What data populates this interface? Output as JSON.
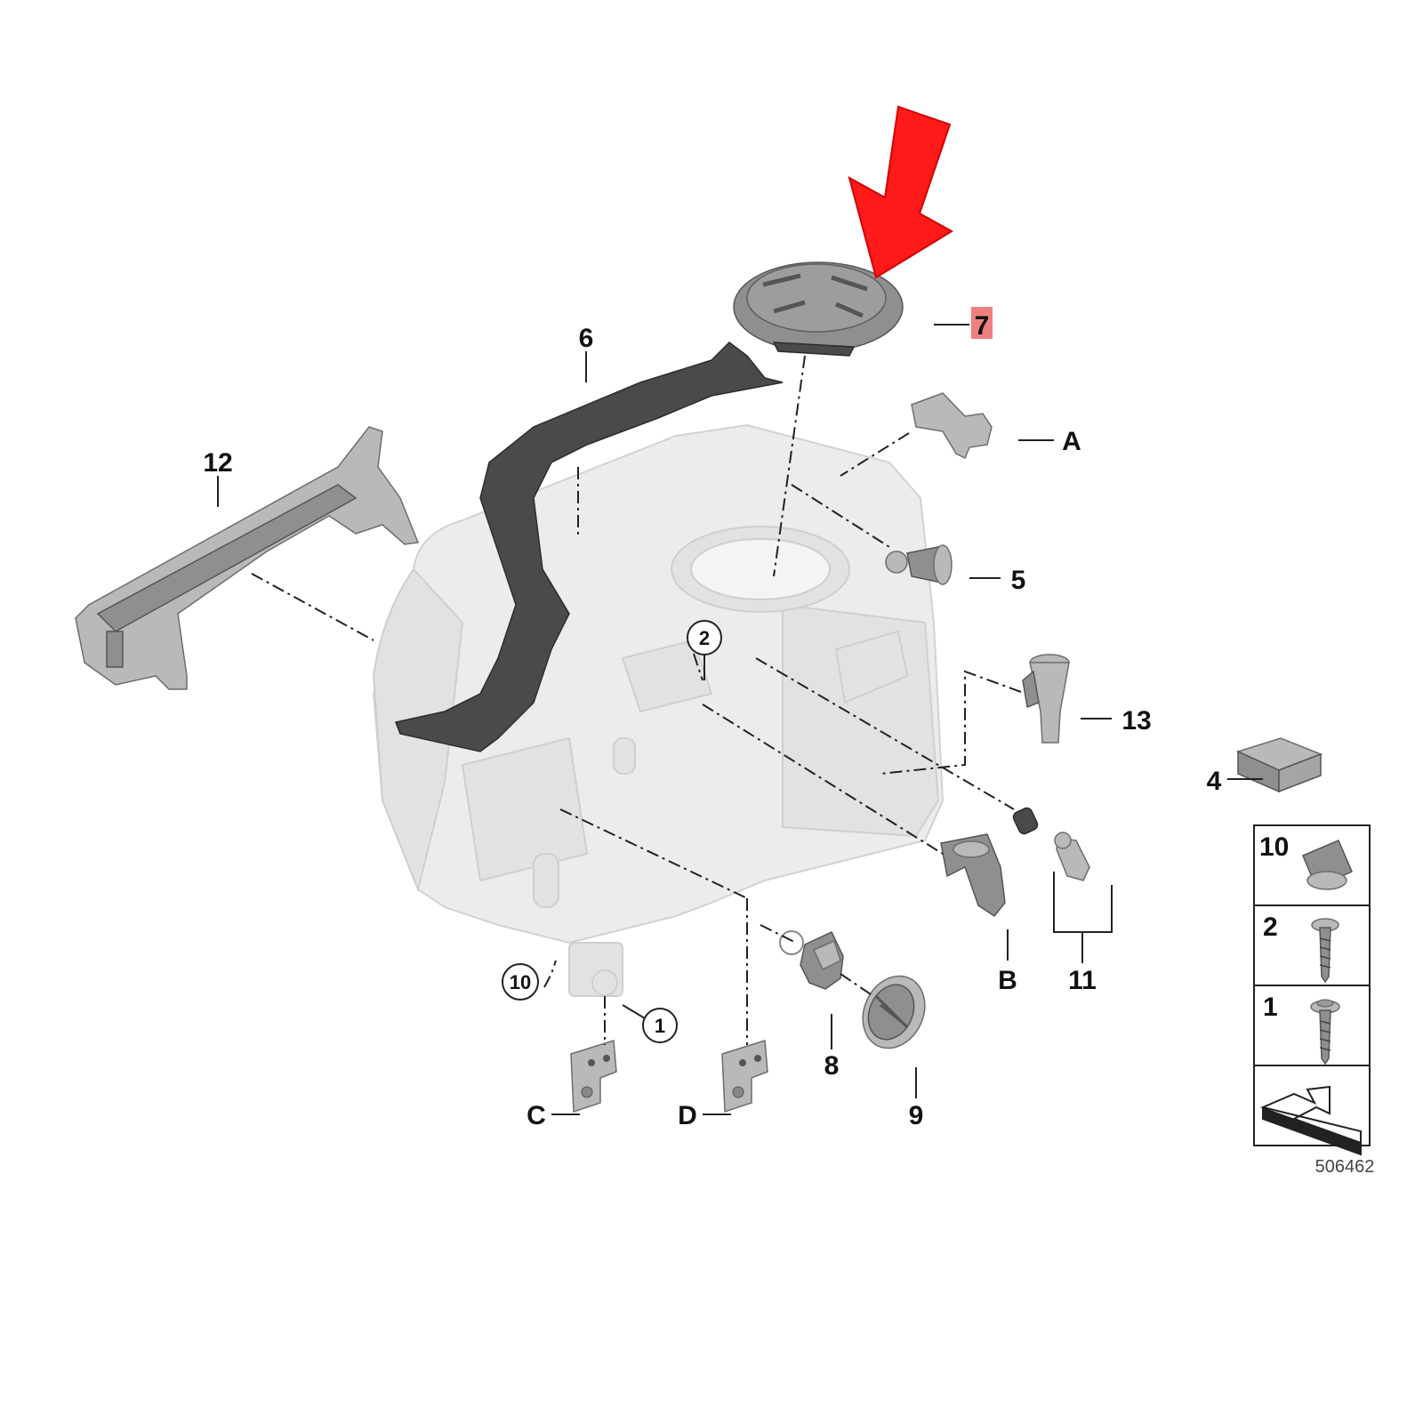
{
  "labels": {
    "p1": "1",
    "p2": "2",
    "p4": "4",
    "p5": "5",
    "p6": "6",
    "p7": "7",
    "p8": "8",
    "p9": "9",
    "p10": "10",
    "p11": "11",
    "p12": "12",
    "p13": "13",
    "pA": "A",
    "pB": "B",
    "pC": "C",
    "pD": "D"
  },
  "side_panel": {
    "items": [
      {
        "label": "10"
      },
      {
        "label": "2"
      },
      {
        "label": "1"
      }
    ]
  },
  "reference_number": "506462",
  "colors": {
    "arrow": "#ff1a1a",
    "highlight": "#f08080"
  }
}
